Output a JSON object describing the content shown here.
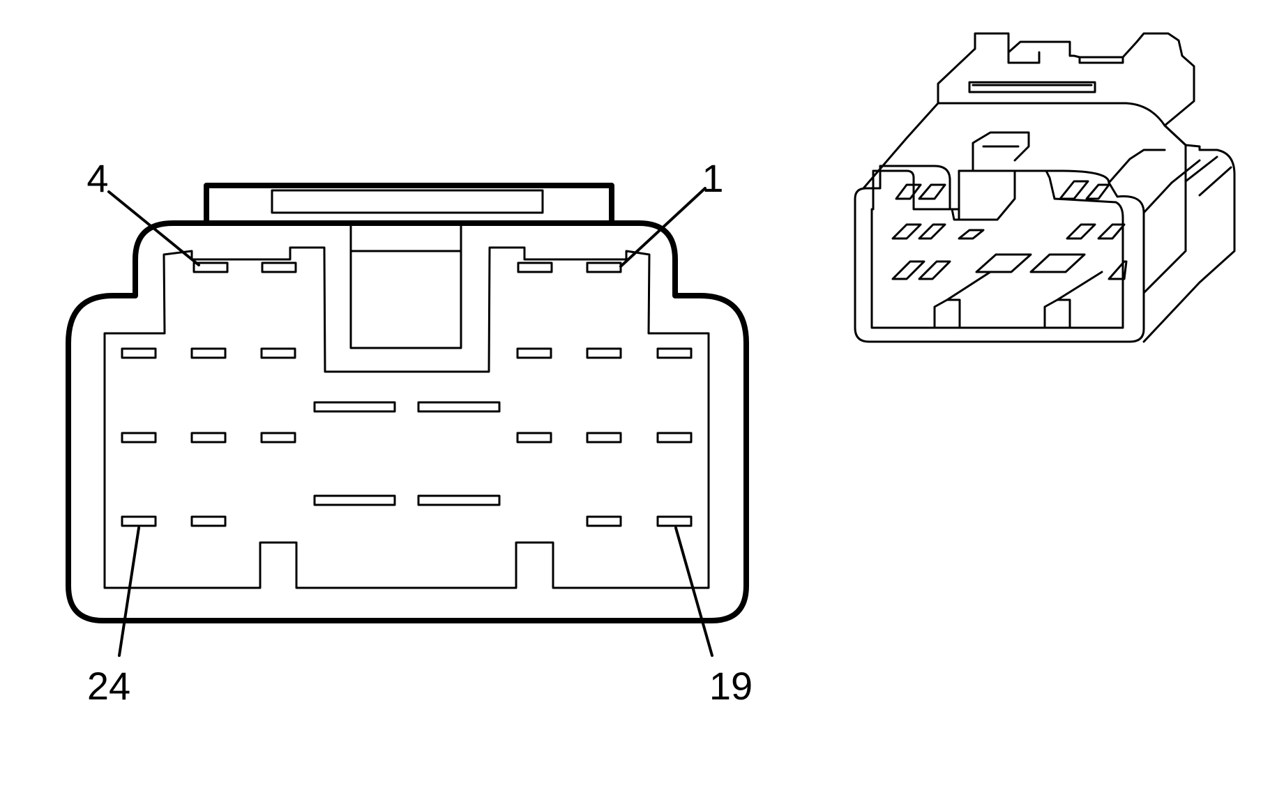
{
  "diagram": {
    "pin_labels": {
      "pin_4": "4",
      "pin_1": "1",
      "pin_24": "24",
      "pin_19": "19"
    }
  }
}
